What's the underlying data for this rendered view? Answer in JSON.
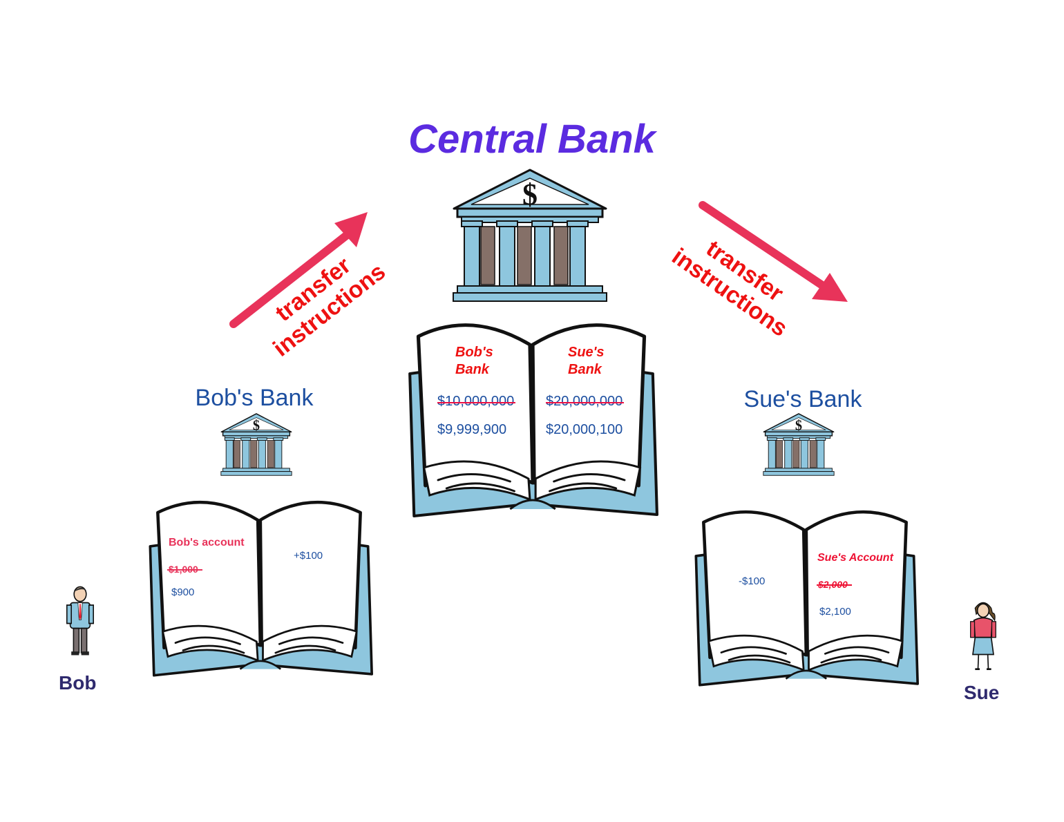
{
  "title": "Central Bank",
  "arrows": {
    "left": {
      "line1": "transfer",
      "line2": "instructions"
    },
    "right": {
      "line1": "transfer",
      "line2": "instructions"
    }
  },
  "central_ledger": {
    "col1": {
      "head1": "Bob's",
      "head2": "Bank",
      "old": "$10,000,000",
      "new": "$9,999,900"
    },
    "col2": {
      "head1": "Sue's",
      "head2": "Bank",
      "old": "$20,000,000",
      "new": "$20,000,100"
    }
  },
  "bob_bank": {
    "label": "Bob's Bank",
    "ledger": {
      "account": "Bob's account",
      "old": "$1,000",
      "new": "$900",
      "change": "+$100"
    }
  },
  "sue_bank": {
    "label": "Sue's Bank",
    "ledger": {
      "account": "Sue's Account",
      "old": "$2,000",
      "new": "$2,100",
      "change": "-$100"
    }
  },
  "people": {
    "bob": "Bob",
    "sue": "Sue"
  },
  "colors": {
    "title": "#5b2be0",
    "bank_blue": "#8ec6de",
    "column_brown": "#857068",
    "arrow_red": "#e8335a",
    "text_blue": "#1d4fa0",
    "text_red": "#ee1111"
  }
}
